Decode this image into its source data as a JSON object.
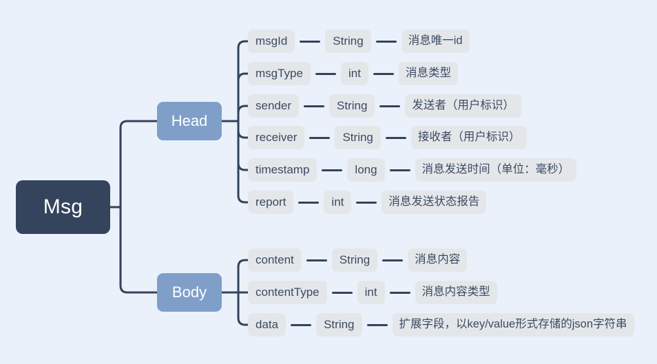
{
  "diagram": {
    "type": "mindmap",
    "title": "Msg",
    "background_color": "#eaf1fa",
    "root": {
      "label": "Msg",
      "color": "#34445c"
    },
    "branches": [
      {
        "label": "Head",
        "color": "#7f9fc8",
        "fields": [
          {
            "name": "msgId",
            "type": "String",
            "description": "消息唯一id"
          },
          {
            "name": "msgType",
            "type": "int",
            "description": "消息类型"
          },
          {
            "name": "sender",
            "type": "String",
            "description": "发送者（用户标识）"
          },
          {
            "name": "receiver",
            "type": "String",
            "description": "接收者（用户标识）"
          },
          {
            "name": "timestamp",
            "type": "long",
            "description": "消息发送时间（单位：毫秒）"
          },
          {
            "name": "report",
            "type": "int",
            "description": "消息发送状态报告"
          }
        ]
      },
      {
        "label": "Body",
        "color": "#7f9fc8",
        "fields": [
          {
            "name": "content",
            "type": "String",
            "description": "消息内容"
          },
          {
            "name": "contentType",
            "type": "int",
            "description": "消息内容类型"
          },
          {
            "name": "data",
            "type": "String",
            "description": "扩展字段，以key/value形式存储的json字符串"
          }
        ]
      }
    ]
  }
}
